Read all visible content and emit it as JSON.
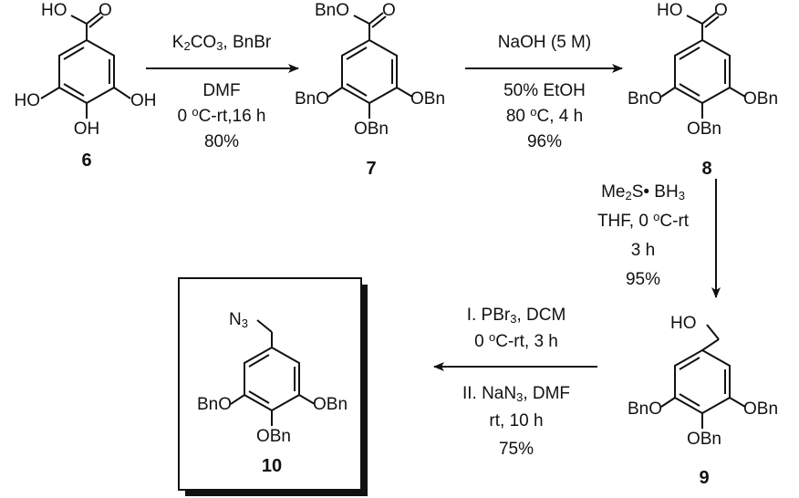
{
  "compounds": {
    "c6": {
      "number": "6",
      "top": "HO",
      "top_o": "O",
      "left": "HO",
      "right": "OH",
      "bottom": "OH"
    },
    "c7": {
      "number": "7",
      "top": "BnO",
      "top_o": "O",
      "left": "BnO",
      "right": "OBn",
      "bottom": "OBn"
    },
    "c8": {
      "number": "8",
      "top": "HO",
      "top_o": "O",
      "left": "BnO",
      "right": "OBn",
      "bottom": "OBn"
    },
    "c9": {
      "number": "9",
      "top": "HO",
      "left": "BnO",
      "right": "OBn",
      "bottom": "OBn"
    },
    "c10": {
      "number": "10",
      "azide_n": "N",
      "azide_sub": "3",
      "left": "BnO",
      "right": "OBn",
      "bottom": "OBn"
    }
  },
  "steps": {
    "s1": {
      "above_a": "K",
      "above_a_sub": "2",
      "above_b": "CO",
      "above_b_sub": "3",
      "above_c": ", BnBr",
      "line1": "DMF",
      "line2_pre": "0 ",
      "line2_sup": "o",
      "line2_post": "C-rt,16 h",
      "line3": "80%"
    },
    "s2": {
      "above": "NaOH (5 M)",
      "line1": "50% EtOH",
      "line2_pre": "80 ",
      "line2_sup": "o",
      "line2_post": "C, 4 h",
      "line3": "96%"
    },
    "s3": {
      "line0_a": "Me",
      "line0_sub": "2",
      "line0_b": "S• BH",
      "line0_sub2": "3",
      "line1_pre": "THF, 0 ",
      "line1_sup": "o",
      "line1_post": "C-rt",
      "line2": "3 h",
      "line3": "95%"
    },
    "s4": {
      "above1_a": "I. PBr",
      "above1_sub": "3",
      "above1_b": ", DCM",
      "above2_pre": "0 ",
      "above2_sup": "o",
      "above2_post": "C-rt, 3 h",
      "below1_a": "II. NaN",
      "below1_sub": "3",
      "below1_b": ", DMF",
      "below2": "rt, 10 h",
      "below3": "75%"
    }
  }
}
